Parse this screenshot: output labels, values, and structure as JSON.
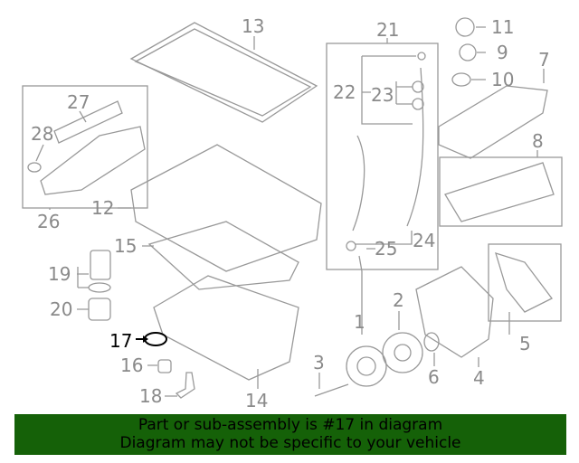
{
  "diagram": {
    "highlighted_part": "17",
    "callouts": [
      "1",
      "2",
      "3",
      "4",
      "5",
      "6",
      "7",
      "8",
      "9",
      "10",
      "11",
      "12",
      "13",
      "14",
      "15",
      "16",
      "17",
      "18",
      "19",
      "20",
      "21",
      "22",
      "23",
      "24",
      "25",
      "26",
      "27",
      "28"
    ]
  },
  "banner": {
    "line1": "Part or sub-assembly is #17 in diagram",
    "line2": "Diagram may not be specific to your vehicle",
    "color": "#156108"
  }
}
